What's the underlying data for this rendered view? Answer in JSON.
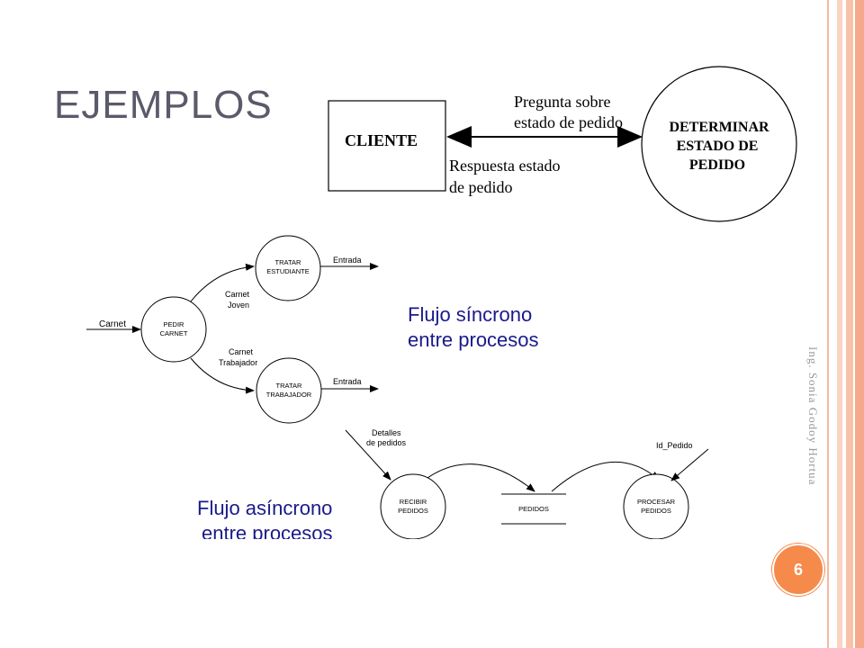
{
  "slide": {
    "title": "EJEMPLOS",
    "author": "Ing. Sonia Godoy Hortua",
    "page_number": "6"
  },
  "colors": {
    "accent_orange": "#f58a4b",
    "stripe_light": "#fbd3c2",
    "stripe_mid": "#f5a98a",
    "title_gray": "#5a5a6b",
    "annotation_blue": "#1a1a8a"
  },
  "context_diagram": {
    "entity": "CLIENTE",
    "process": [
      "DETERMINAR",
      "ESTADO DE",
      "PEDIDO"
    ],
    "flow_in": [
      "Pregunta sobre",
      "estado de pedido"
    ],
    "flow_out": [
      "Respuesta estado",
      "de pedido"
    ]
  },
  "sync_diagram": {
    "input_flow": "Carnet",
    "process_request": [
      "PEDIR",
      "CARNET"
    ],
    "branch_top": [
      "Carnet",
      "Joven"
    ],
    "branch_bottom": [
      "Carnet",
      "Trabajador"
    ],
    "process_student": [
      "TRATAR",
      "ESTUDIANTE"
    ],
    "process_worker": [
      "TRATAR",
      "TRABAJADOR"
    ],
    "output_top": "Entrada",
    "output_bottom": "Entrada",
    "caption": [
      "Flujo síncrono",
      "entre procesos"
    ]
  },
  "async_diagram": {
    "input_flow": [
      "Detalles",
      "de pedidos"
    ],
    "process_receive": [
      "RECIBIR",
      "PEDIDOS"
    ],
    "store": "PEDIDOS",
    "process_handle": [
      "PROCESAR",
      "PEDIDOS"
    ],
    "id_flow": "Id_Pedido",
    "caption": [
      "Flujo asíncrono",
      "entre procesos"
    ]
  }
}
